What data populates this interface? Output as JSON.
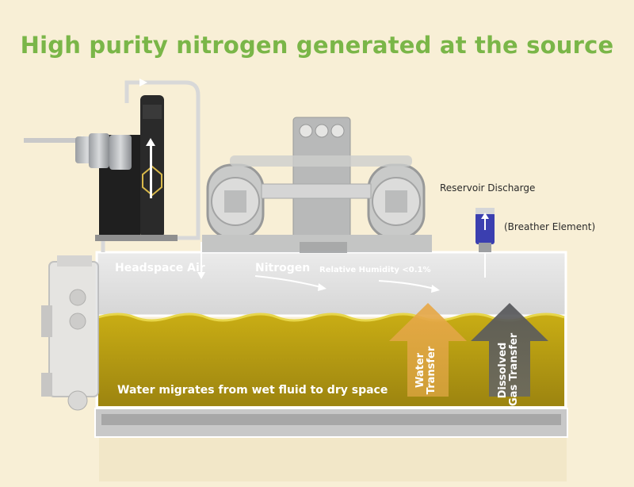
{
  "title": "High purity nitrogen generated at the source",
  "labels": {
    "reservoir_discharge": "Reservoir Discharge",
    "breather_element": "(Breather Element)",
    "headspace_air": "Headspace Air",
    "nitrogen": "Nitrogen",
    "relative_humidity": "Relative Humidity <0.1%",
    "water_migrates": "Water migrates from wet fluid to dry space",
    "water_transfer_line1": "Water",
    "water_transfer_line2": "Transfer",
    "dissolved_line1": "Dissolved",
    "dissolved_line2": "Gas Transfer"
  },
  "colors": {
    "background": "#f8efd6",
    "title": "#7ab648",
    "fluid": "#b39a12",
    "water_arrow": "#e8a94a",
    "gas_arrow": "#55565a",
    "breather": "#3b3fb0"
  },
  "icons": [
    "nitrogen-generator-icon",
    "pump-icon",
    "breather-icon",
    "heat-exchanger-icon"
  ]
}
